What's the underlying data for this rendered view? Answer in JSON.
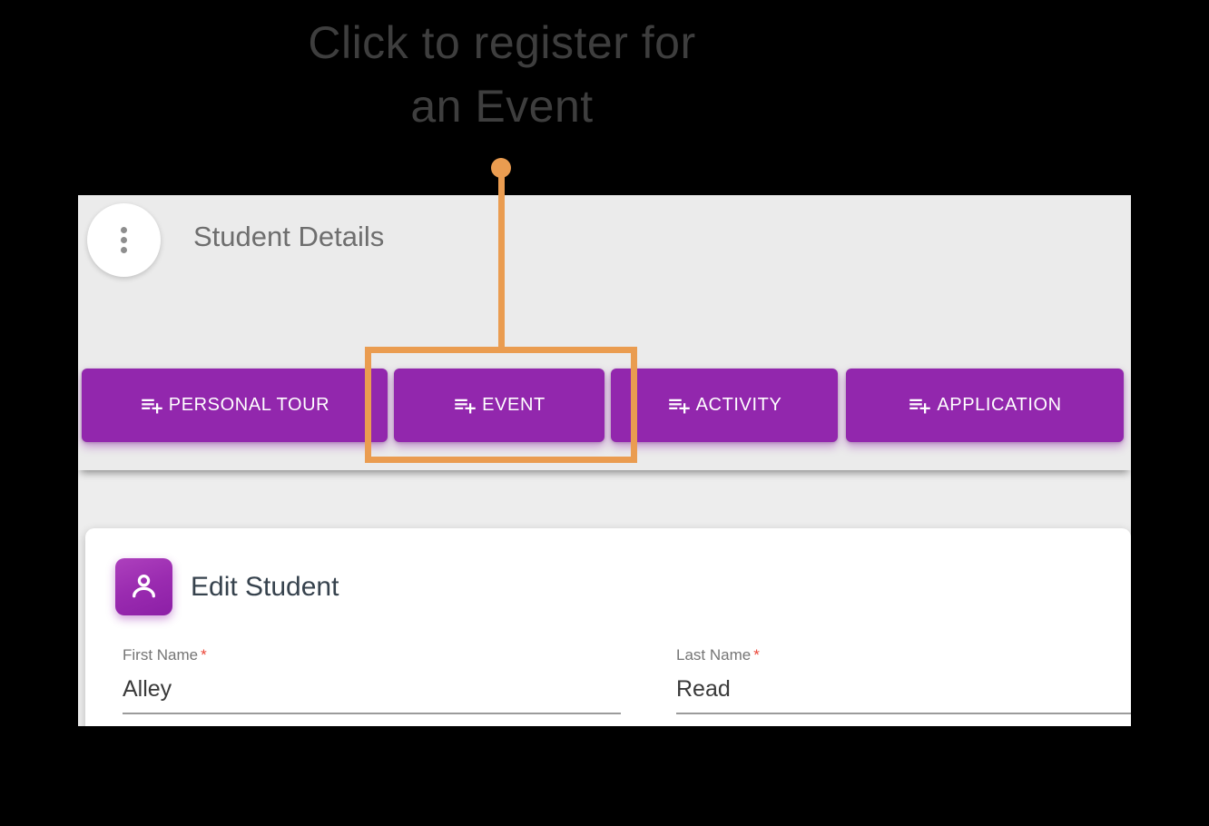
{
  "annotation": {
    "headline_line1": "Click to register for",
    "headline_line2": "an Event",
    "accent_color": "#ea9c50"
  },
  "window": {
    "header": {
      "title": "Student Details",
      "menu_icon": "vertical-dots-icon"
    },
    "actions": [
      {
        "label": "PERSONAL TOUR",
        "icon": "playlist-add-icon"
      },
      {
        "label": "EVENT",
        "icon": "playlist-add-icon",
        "highlighted": true
      },
      {
        "label": "ACTIVITY",
        "icon": "playlist-add-icon"
      },
      {
        "label": "APPLICATION",
        "icon": "playlist-add-icon"
      }
    ],
    "form": {
      "title": "Edit Student",
      "icon": "person-icon",
      "fields": [
        {
          "label": "First Name",
          "required_marker": "*",
          "value": "Alley"
        },
        {
          "label": "Last Name",
          "required_marker": "*",
          "value": "Read"
        }
      ]
    },
    "colors": {
      "primary": "#9227ad",
      "background": "#ebebeb",
      "required": "#eb4638"
    }
  }
}
